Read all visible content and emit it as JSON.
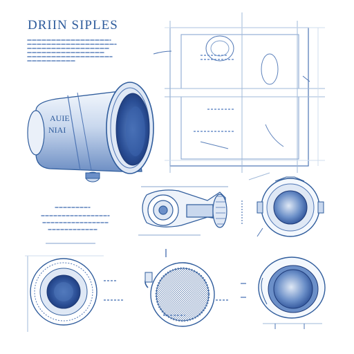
{
  "title": "DRIIN SIPLES",
  "cylinder_label_1": "AUIE",
  "cylinder_label_2": "NIAI",
  "colors": {
    "ink": "#2f5c9c",
    "ink_light": "#9fb8d8",
    "ink_faint": "#cfdcee",
    "fill_dark": "#2b4f96",
    "fill_mid": "#6b8fc8",
    "fill_light": "#dfe8f5",
    "paper": "#ffffff"
  }
}
